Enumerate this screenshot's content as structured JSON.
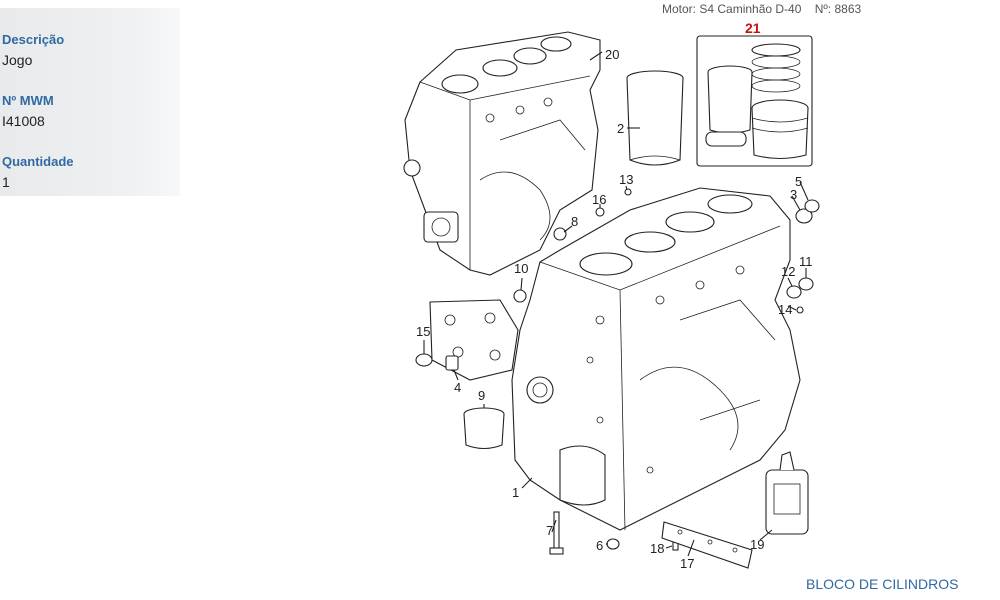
{
  "info": {
    "description_label": "Descrição",
    "description_value": "Jogo",
    "mwm_label": "Nº MWM",
    "mwm_value": "I41008",
    "quantity_label": "Quantidade",
    "quantity_value": "1"
  },
  "header": {
    "motor": "Motor: S4 Caminhão D-40",
    "number": "Nº: 8863"
  },
  "footer_title": "BLOCO DE CILINDROS",
  "callouts": {
    "c1": "1",
    "c2": "2",
    "c3": "3",
    "c4": "4",
    "c5": "5",
    "c6": "6",
    "c7": "7",
    "c8": "8",
    "c9": "9",
    "c10": "10",
    "c11": "11",
    "c12": "12",
    "c13": "13",
    "c14": "14",
    "c15": "15",
    "c16": "16",
    "c17": "17",
    "c18": "18",
    "c19": "19",
    "c20": "20",
    "c21": "21"
  },
  "colors": {
    "label_blue": "#2f6aa3",
    "highlight_red": "#cc1111",
    "panel_gray": "#eceef0"
  }
}
